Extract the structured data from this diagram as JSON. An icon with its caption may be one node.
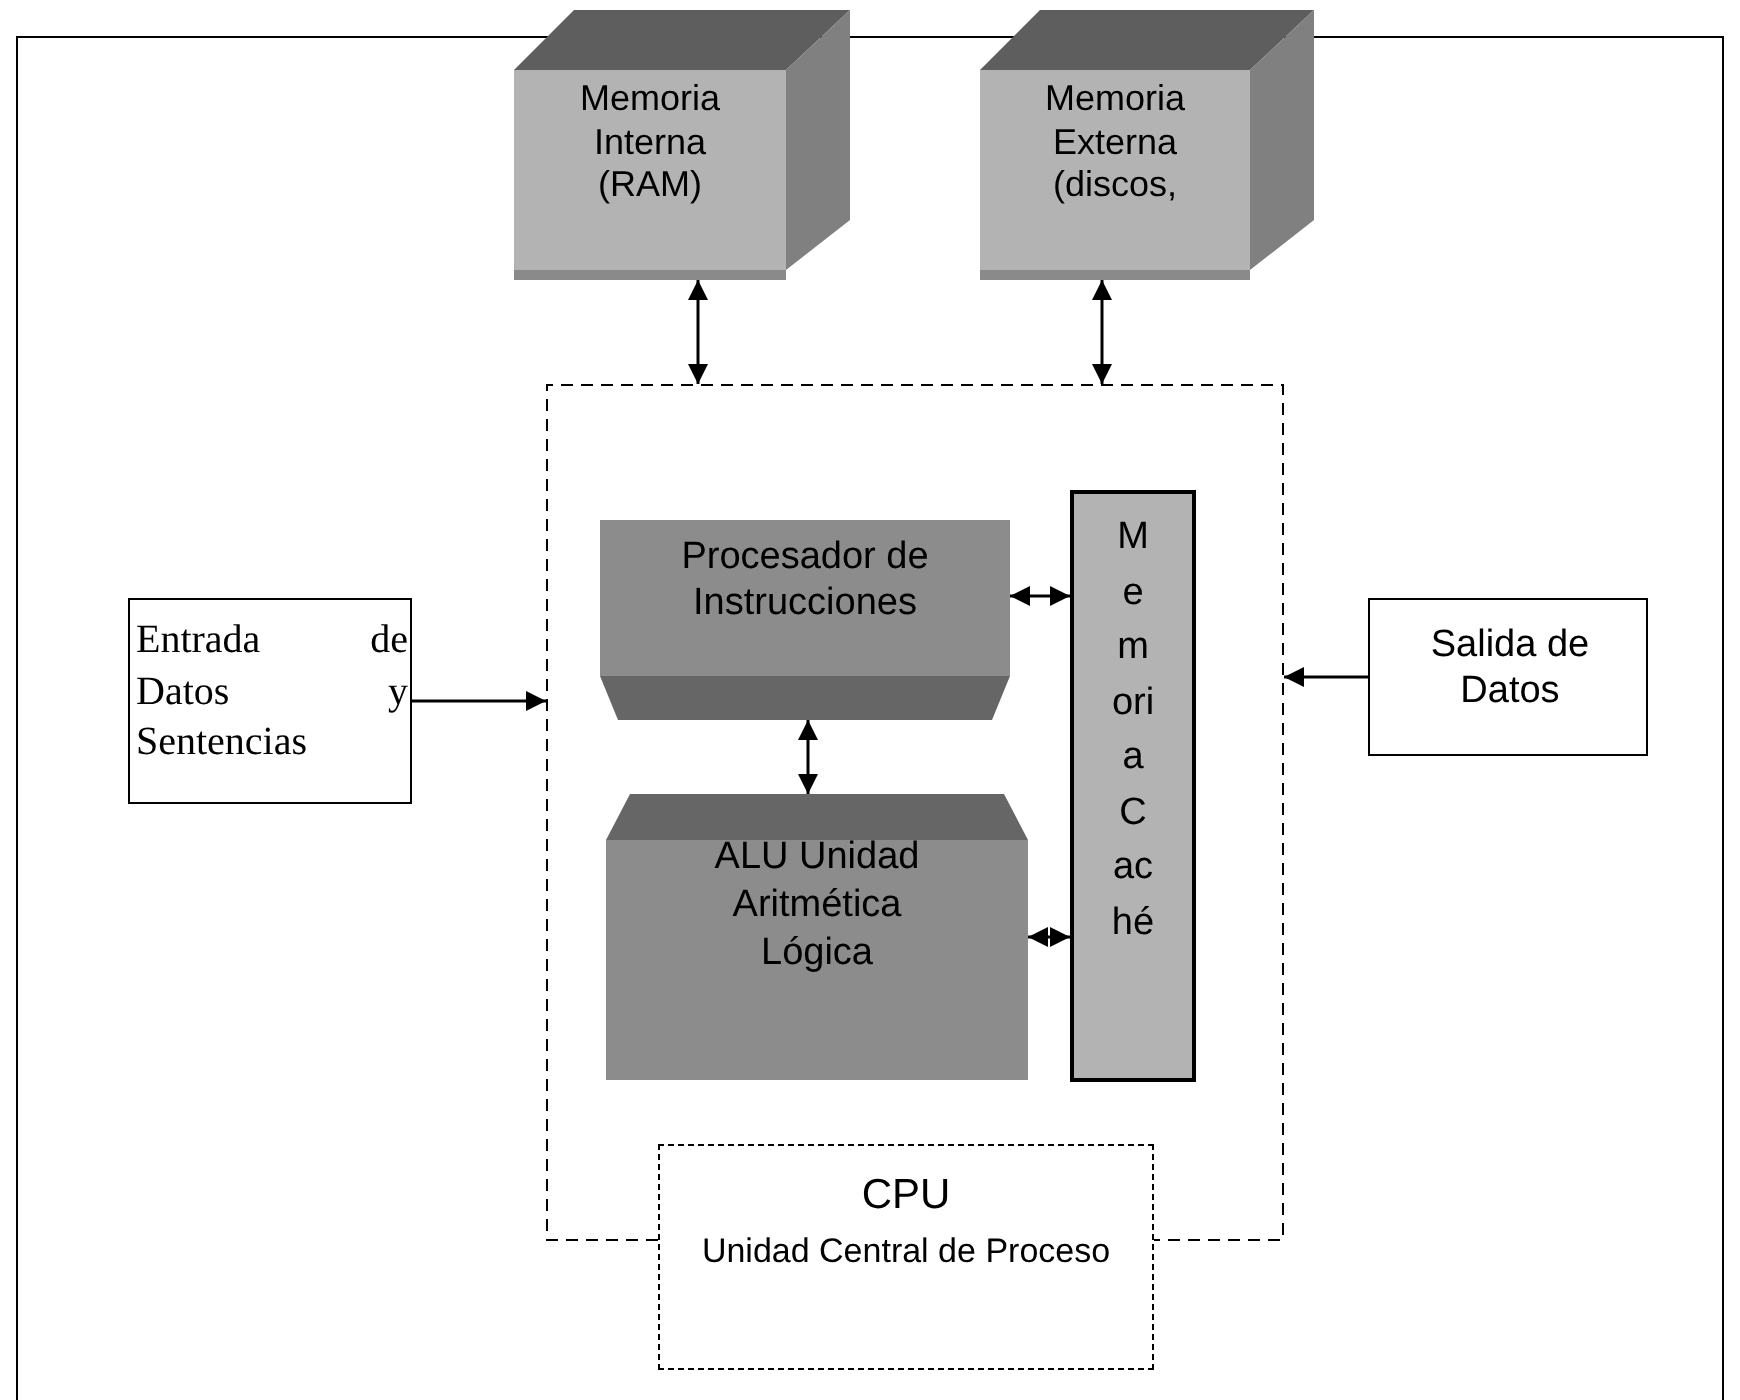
{
  "diagram": {
    "nodes": [
      {
        "text": [
          "Memoria Interna (RAM)"
        ]
      },
      {
        "text": [
          "Memoria Externa (discos,"
        ]
      },
      {
        "text": [
          "CPU",
          "Unidad Central de Proceso"
        ]
      },
      {
        "text": [
          "Procesador de Instrucciones"
        ],
        "in": 2
      },
      {
        "text": [
          "ALU Unidad Aritmética Lógica"
        ],
        "in": 2
      },
      {
        "text": [
          "Memoria Caché"
        ],
        "in": 2
      },
      {
        "text": [
          "Entrada de Datos y Sentencias"
        ]
      },
      {
        "text": [
          "Salida de Datos"
        ]
      }
    ],
    "edges": [
      {
        "from": 0,
        "to": 2,
        "arrow": "both"
      },
      {
        "from": 1,
        "to": 2,
        "arrow": "both"
      },
      {
        "from": 3,
        "to": 5,
        "arrow": "both"
      },
      {
        "from": 4,
        "to": 5,
        "arrow": "both"
      },
      {
        "from": 3,
        "to": 4,
        "arrow": "both"
      },
      {
        "from": 6,
        "to": 2,
        "arrow": "to"
      },
      {
        "from": 7,
        "to": 2,
        "arrow": "to"
      }
    ]
  }
}
